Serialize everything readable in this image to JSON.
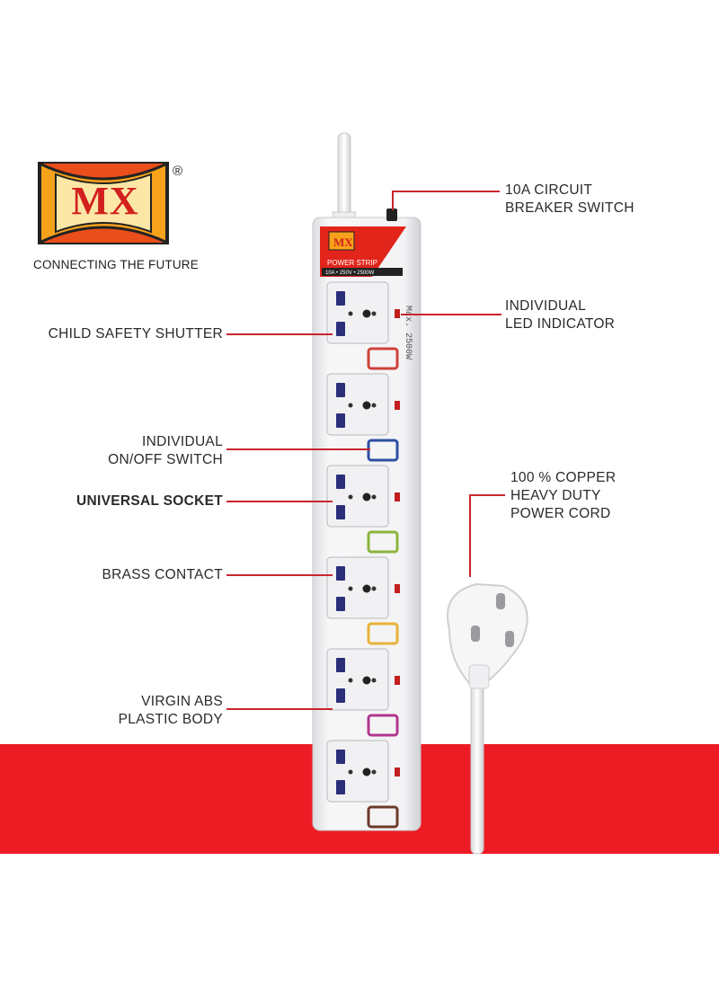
{
  "brand": {
    "logo_text": "MX",
    "registered": "®",
    "tagline": "CONNECTING THE FUTURE"
  },
  "product": {
    "panel_brand": "MX",
    "panel_subtitle": "CONNECTING THE FUTURE",
    "panel_title": "POWER STRIP",
    "panel_specs": "10A • 250V • 2500W",
    "side_text": "Max. 2500W",
    "socket_count": 6,
    "switch_colors": [
      "#d0403a",
      "#2e4fa3",
      "#8bb43a",
      "#e8b23a",
      "#b0378f",
      "#6b3a2a"
    ]
  },
  "callouts": {
    "left": [
      {
        "text": "CHILD SAFETY SHUTTER",
        "bold": false
      },
      {
        "text": "INDIVIDUAL\nON/OFF SWITCH",
        "bold": false
      },
      {
        "text": "UNIVERSAL SOCKET",
        "bold": true
      },
      {
        "text": "BRASS CONTACT",
        "bold": false
      },
      {
        "text": "VIRGIN ABS\nPLASTIC BODY",
        "bold": false
      }
    ],
    "right": [
      {
        "text": "10A CIRCUIT\nBREAKER SWITCH"
      },
      {
        "text": "INDIVIDUAL\nLED INDICATOR"
      },
      {
        "text": "100 % COPPER\nHEAVY DUTY\nPOWER CORD"
      }
    ]
  },
  "colors": {
    "accent_red": "#ed1c24",
    "leader_red": "#c8262d",
    "socket_blue": "#2b2f7a"
  }
}
